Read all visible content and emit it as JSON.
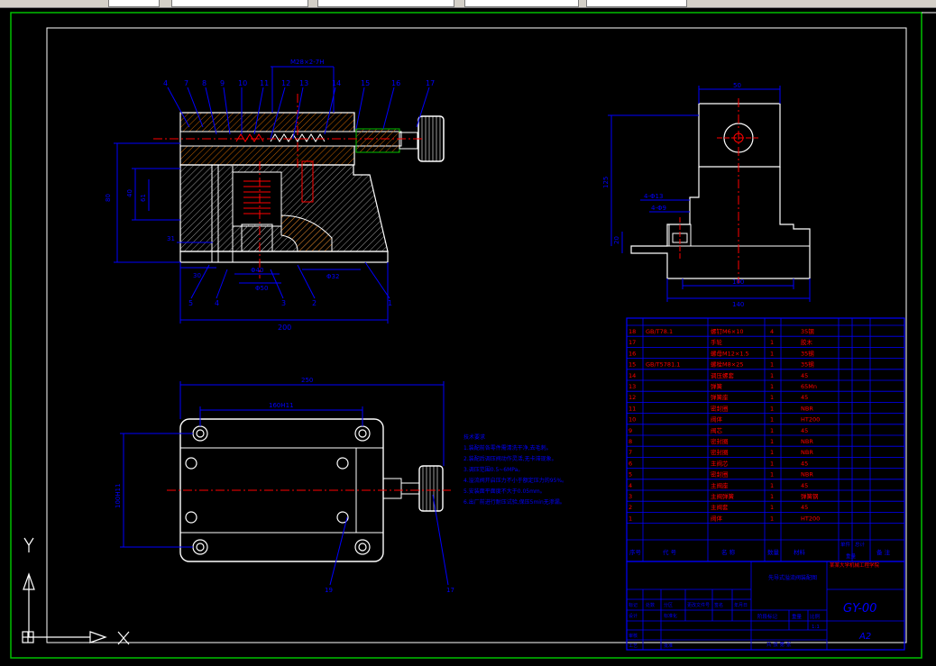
{
  "drawing": {
    "code": "GY-00",
    "sheet_size": "A2",
    "scale": "1:1",
    "tech_requirements": [
      "技术要求",
      "1.装配前各零件需清洗干净,去毛刺。",
      "2.装配后调压阀动作灵活,无卡滞现象。",
      "3.调压范围0.5~6MPa。",
      "4.溢流阀开启压力不小于额定压力的95%。",
      "5.安装面平面度不大于0.05mm。",
      "6.出厂前进行耐压试验,保压5min无渗漏。"
    ]
  },
  "front_view": {
    "callouts": [
      "4",
      "7",
      "8",
      "9",
      "10",
      "11",
      "12",
      "13",
      "14",
      "15",
      "16",
      "17"
    ],
    "bottom_callouts": [
      "5",
      "4",
      "3",
      "2",
      "1"
    ],
    "left_callout": "31",
    "dims": {
      "top": "M28×2-7H",
      "overall": "200",
      "height": "80",
      "left_a": "40",
      "left_b": "61",
      "bottom_a": "30",
      "bottom_b": "Φ40",
      "bottom_c": "Φ50",
      "bottom_d": "Φ32"
    }
  },
  "side_view": {
    "dims": {
      "top": "50",
      "height": "125",
      "hole_a": "4-Φ13",
      "hole_b": "4-Φ9",
      "left_small": "20",
      "base": "100",
      "overall": "140"
    }
  },
  "plan_view": {
    "dims": {
      "overall": "250",
      "inner": "160H11",
      "height": "100H11"
    },
    "callouts": [
      "19",
      "17"
    ]
  },
  "bom": {
    "rows": [
      {
        "no": "18",
        "std": "GB/T78.1",
        "name": "螺钉M6×10",
        "qty": "4",
        "mat": "35钢"
      },
      {
        "no": "17",
        "std": "",
        "name": "手轮",
        "qty": "1",
        "mat": "胶木"
      },
      {
        "no": "16",
        "std": "",
        "name": "螺母M12×1.5",
        "qty": "1",
        "mat": "35钢"
      },
      {
        "no": "15",
        "std": "GB/T5781.1",
        "name": "螺栓M8×25",
        "qty": "1",
        "mat": "35钢"
      },
      {
        "no": "14",
        "std": "",
        "name": "调压螺套",
        "qty": "1",
        "mat": "45"
      },
      {
        "no": "13",
        "std": "",
        "name": "弹簧",
        "qty": "1",
        "mat": "65Mn"
      },
      {
        "no": "12",
        "std": "",
        "name": "弹簧座",
        "qty": "1",
        "mat": "45"
      },
      {
        "no": "11",
        "std": "",
        "name": "密封圈",
        "qty": "1",
        "mat": "NBR"
      },
      {
        "no": "10",
        "std": "",
        "name": "阀体",
        "qty": "1",
        "mat": "HT200"
      },
      {
        "no": "9",
        "std": "",
        "name": "阀芯",
        "qty": "1",
        "mat": "45"
      },
      {
        "no": "8",
        "std": "",
        "name": "密封圈",
        "qty": "1",
        "mat": "NBR"
      },
      {
        "no": "7",
        "std": "",
        "name": "密封圈",
        "qty": "1",
        "mat": "NBR"
      },
      {
        "no": "6",
        "std": "",
        "name": "主阀芯",
        "qty": "1",
        "mat": "45"
      },
      {
        "no": "5",
        "std": "",
        "name": "密封圈",
        "qty": "1",
        "mat": "NBR"
      },
      {
        "no": "4",
        "std": "",
        "name": "主阀座",
        "qty": "1",
        "mat": "45"
      },
      {
        "no": "3",
        "std": "",
        "name": "主阀弹簧",
        "qty": "1",
        "mat": "弹簧钢"
      },
      {
        "no": "2",
        "std": "",
        "name": "主阀套",
        "qty": "1",
        "mat": "45"
      },
      {
        "no": "1",
        "std": "",
        "name": "阀体",
        "qty": "1",
        "mat": "HT200"
      }
    ],
    "header": {
      "no": "序号",
      "code": "代 号",
      "name": "名 称",
      "qty": "数量",
      "mat": "材料",
      "unit_w": "单件",
      "total_w": "总计",
      "weight": "重量",
      "note": "备 注"
    }
  },
  "title_block": {
    "assembly_title": "先导式溢流阀装配图",
    "company": "某某大学机械工程学院",
    "row_labels": [
      "标记",
      "处数",
      "分区",
      "更改文件号",
      "签名",
      "年月日"
    ],
    "row_labels2": [
      "设计",
      "标准化",
      "审核",
      "工艺",
      "批准"
    ],
    "stage_label": "阶段标记",
    "weight_label": "重量",
    "scale_label": "比例",
    "sheet_label": "共 张 第 张"
  },
  "ucs": {
    "x": "X",
    "y": "Y"
  },
  "colors": {
    "outline": "#ffffff",
    "dim": "#0000ff",
    "center": "#ff0000",
    "hatch": "#ff7a00",
    "border": "#00c000",
    "title": "#0000ff"
  }
}
